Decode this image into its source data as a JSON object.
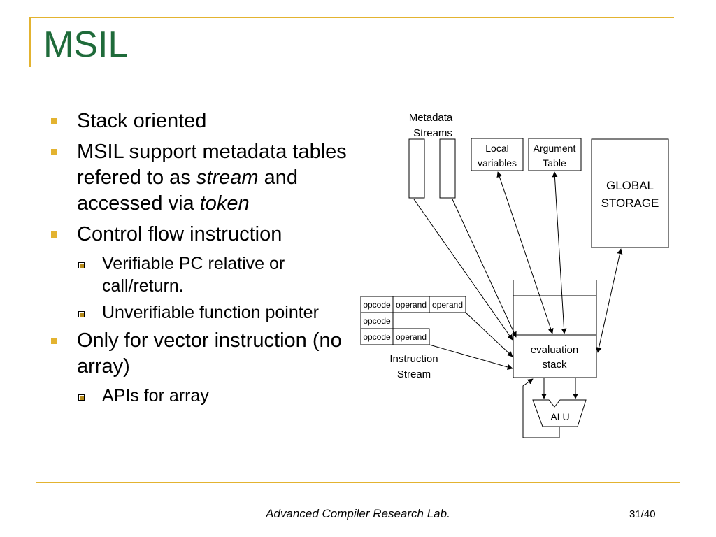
{
  "slide": {
    "title": "MSIL",
    "footer": "Advanced Compiler Research Lab.",
    "page": "31/40"
  },
  "bullets": {
    "b1": "Stack oriented",
    "b2_part1": "MSIL support metadata tables refered to as",
    "b2_stream": "stream",
    "b2_part2": "and accessed via",
    "b2_token": "token",
    "b3": "Control flow instruction",
    "b3_sub1": "Verifiable PC relative or call/return.",
    "b3_sub2": "Unverifiable function pointer",
    "b4": "Only for vector instruction (no array)",
    "b4_sub1": "APIs for array"
  },
  "diagram": {
    "metadata_line1": "Metadata",
    "metadata_line2": "Streams",
    "local_line1": "Local",
    "local_line2": "variables",
    "argument_line1": "Argument",
    "argument_line2": "Table",
    "global_line1": "GLOBAL",
    "global_line2": "STORAGE",
    "eval_line1": "evaluation",
    "eval_line2": "stack",
    "alu": "ALU",
    "instr_line1": "Instruction",
    "instr_line2": "Stream",
    "opcode": "opcode",
    "operand": "operand"
  }
}
